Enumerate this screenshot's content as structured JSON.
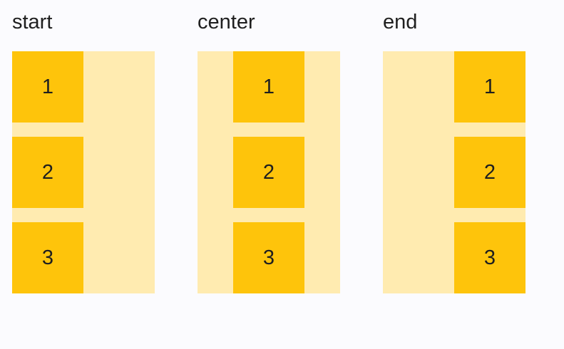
{
  "colors": {
    "page_background": "#fbfbfe",
    "container_background": "#ffebb0",
    "item_background": "#fec40b",
    "text": "#1f1f1f"
  },
  "columns": [
    {
      "label": "start",
      "alignment": "start",
      "items": [
        "1",
        "2",
        "3"
      ]
    },
    {
      "label": "center",
      "alignment": "center",
      "items": [
        "1",
        "2",
        "3"
      ]
    },
    {
      "label": "end",
      "alignment": "end",
      "items": [
        "1",
        "2",
        "3"
      ]
    }
  ]
}
